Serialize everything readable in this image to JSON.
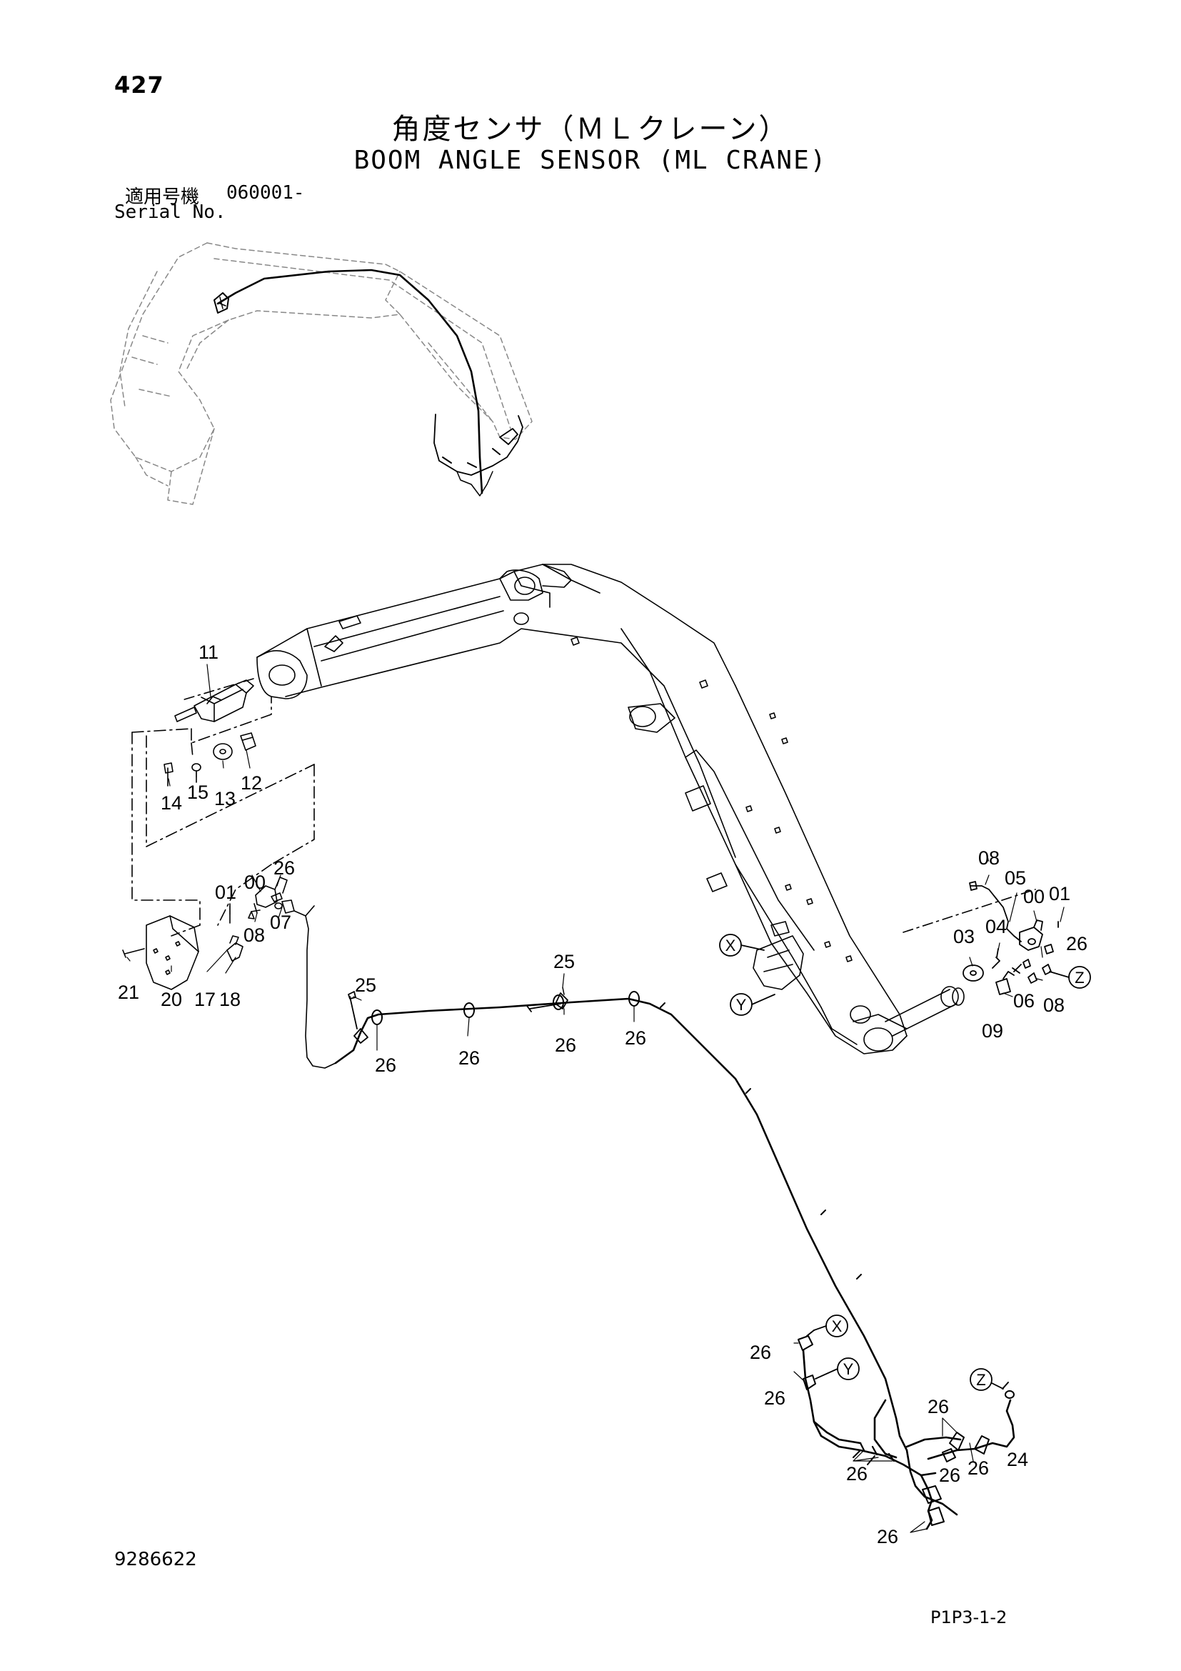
{
  "header": {
    "page_number": "427",
    "title_ja": "角度センサ（ＭＬクレーン）",
    "title_en": "BOOM ANGLE SENSOR (ML CRANE)",
    "serial_label_ja": "適用号機",
    "serial_value": "060001-",
    "serial_label_en": "Serial No."
  },
  "footer": {
    "drawing_number": "9286622",
    "sheet_code": "P1P3-1-2"
  },
  "part_labels": {
    "p11": "11",
    "p12": "12",
    "p13": "13",
    "p14": "14",
    "p15": "15",
    "p01a": "01",
    "p00a": "00",
    "p26a": "26",
    "p08a": "08",
    "p07": "07",
    "p21": "21",
    "p20": "20",
    "p17": "17",
    "p18": "18",
    "p25a": "25",
    "p26b": "26",
    "p26c": "26",
    "p25b": "25",
    "p26d": "26",
    "p26e": "26",
    "p08b": "08",
    "p05": "05",
    "p00b": "00",
    "p01b": "01",
    "p03": "03",
    "p04": "04",
    "p26f": "26",
    "p06": "06",
    "p08c": "08",
    "p09": "09",
    "p26g": "26",
    "p26h": "26",
    "p26i": "26",
    "p24": "24",
    "p26j": "26",
    "p26k": "26",
    "p26l": "26",
    "p26m": "26"
  },
  "reference_markers": {
    "x_top": "X",
    "y_top": "Y",
    "z_top": "Z",
    "x_bottom": "X",
    "y_bottom": "Y",
    "z_bottom": "Z"
  }
}
